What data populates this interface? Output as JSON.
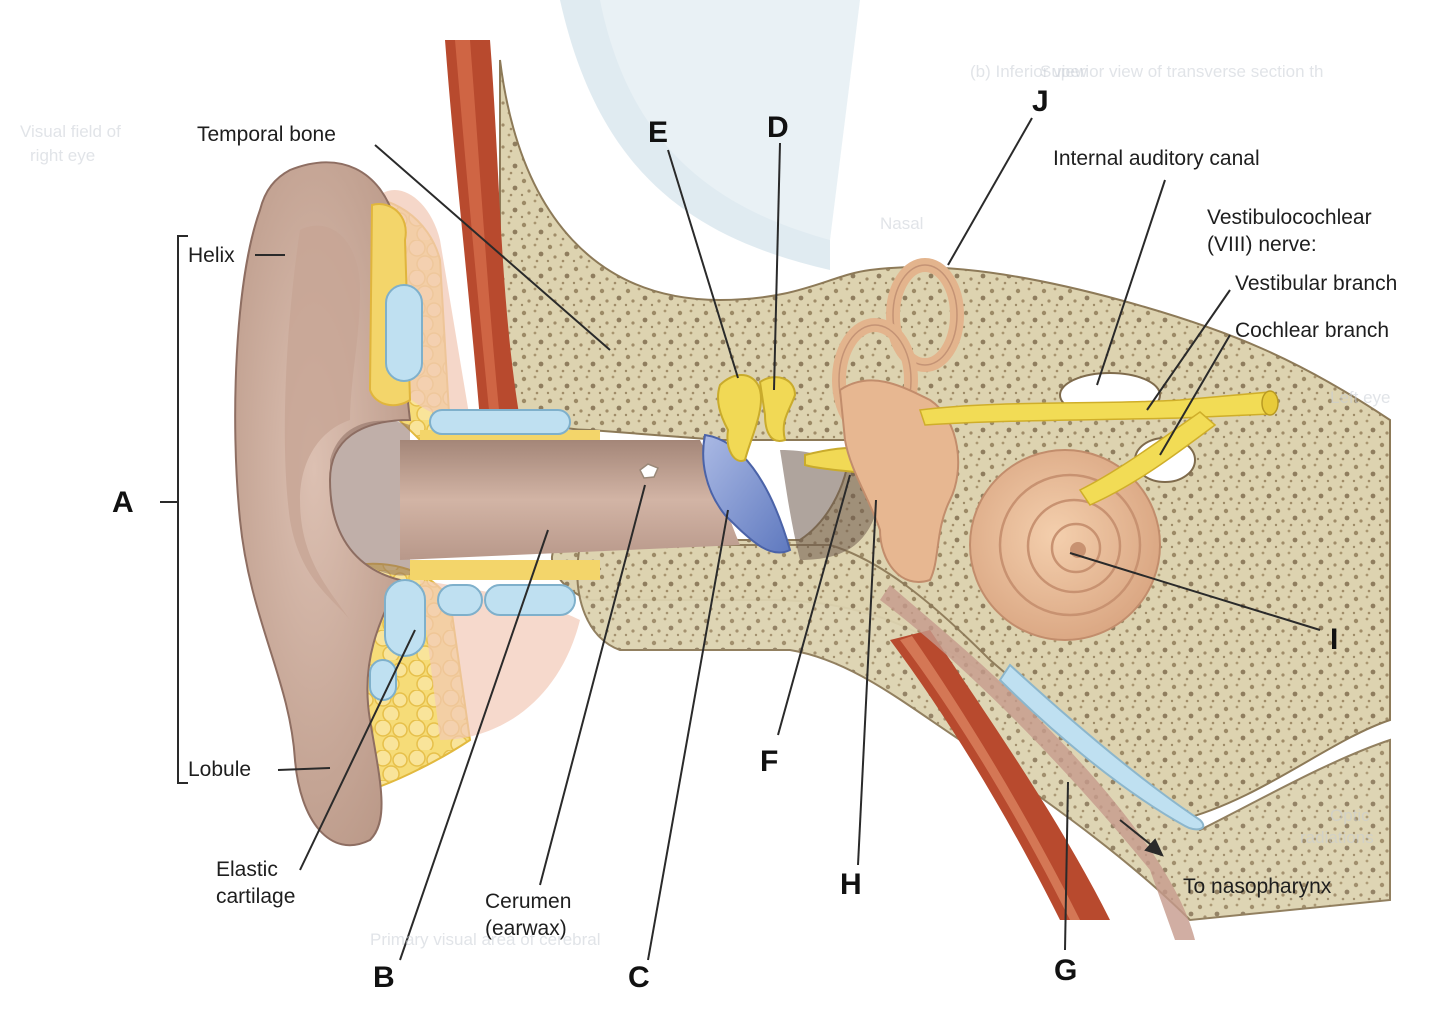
{
  "labels": {
    "temporal_bone": "Temporal bone",
    "helix": "Helix",
    "lobule": "Lobule",
    "elastic_cartilage_1": "Elastic",
    "elastic_cartilage_2": "cartilage",
    "cerumen_1": "Cerumen",
    "cerumen_2": "(earwax)",
    "internal_auditory_canal": "Internal auditory canal",
    "vestibulocochlear_1": "Vestibulocochlear",
    "vestibulocochlear_2": "(VIII) nerve:",
    "vestibular_branch": "Vestibular branch",
    "cochlear_branch": "Cochlear branch",
    "to_nasopharynx": "To nasopharynx"
  },
  "letters": {
    "A": "A",
    "B": "B",
    "C": "C",
    "D": "D",
    "E": "E",
    "F": "F",
    "G": "G",
    "H": "H",
    "I": "I",
    "J": "J"
  },
  "background_text": {
    "t1": "Superior view of transverse section th",
    "t2": "Visual field of",
    "t3": "right eye",
    "t4": "Nasal",
    "t5": "Left eye",
    "t6": "Optic",
    "t7": "radiations",
    "t8": "Primary visual area of cerebral",
    "t9": "(b) Inferior view"
  },
  "colors": {
    "skin": "#d9b9a6",
    "skin_dark": "#b08f80",
    "canal": "#c9a89a",
    "bone": "#ddd3b0",
    "bone_speckle": "#8f7d5e",
    "cartilage_fat": "#f3d56a",
    "cartilage_blue": "#bfe0f1",
    "muscle": "#b84a2e",
    "eardrum": "#7f96cf",
    "ossicle": "#f1d955",
    "inner_ear": "#e7b791",
    "nerve": "#f2dc55",
    "brain_blue": "#dce8ee",
    "line": "#2a2a2a"
  }
}
